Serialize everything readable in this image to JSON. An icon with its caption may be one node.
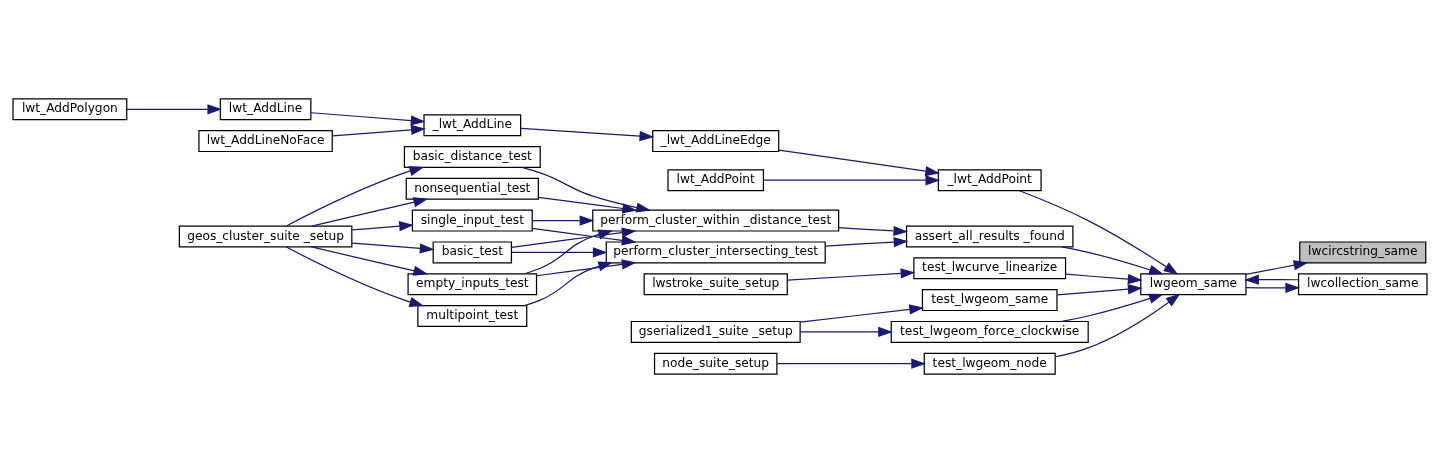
{
  "diagram": {
    "nodes": [
      {
        "text": [
          "lwcircstring_same"
        ]
      },
      {
        "text": [
          "lwgeom_same"
        ]
      },
      {
        "text": [
          "_lwt_AddPoint"
        ]
      },
      {
        "text": [
          "assert_all_results _found"
        ]
      },
      {
        "text": [
          "lwcollection_same"
        ]
      },
      {
        "text": [
          "test_lwcurve_linearize"
        ]
      },
      {
        "text": [
          "test_lwgeom_same"
        ]
      },
      {
        "text": [
          "test_lwgeom_force_clockwise"
        ]
      },
      {
        "text": [
          "test_lwgeom_node"
        ]
      },
      {
        "text": [
          "lwt_AddPoint"
        ]
      },
      {
        "text": [
          "_lwt_AddLineEdge"
        ]
      },
      {
        "text": [
          "perform_cluster_intersecting_test"
        ]
      },
      {
        "text": [
          "perform_cluster_within _distance_test"
        ]
      },
      {
        "text": [
          "lwstroke_suite_setup"
        ]
      },
      {
        "text": [
          "gserialized1_suite _setup"
        ]
      },
      {
        "text": [
          "node_suite_setup"
        ]
      },
      {
        "text": [
          "_lwt_AddLine"
        ]
      },
      {
        "text": [
          "multipoint_test"
        ]
      },
      {
        "text": [
          "basic_test"
        ]
      },
      {
        "text": [
          "empty_inputs_test"
        ]
      },
      {
        "text": [
          "nonsequential_test"
        ]
      },
      {
        "text": [
          "single_input_test"
        ]
      },
      {
        "text": [
          "basic_distance_test"
        ]
      },
      {
        "text": [
          "lwt_AddLineNoFace"
        ]
      },
      {
        "text": [
          "lwt_AddLine"
        ]
      },
      {
        "text": [
          "geos_cluster_suite _setup"
        ]
      },
      {
        "text": [
          "lwt_AddPolygon"
        ]
      }
    ],
    "edges": [
      {
        "from": 1,
        "to": 0,
        "arrow": "to"
      },
      {
        "from": 2,
        "to": 1,
        "arrow": "to"
      },
      {
        "from": 3,
        "to": 1,
        "arrow": "to"
      },
      {
        "from": 1,
        "to": 4,
        "arrow": "to"
      },
      {
        "from": 4,
        "to": 1,
        "arrow": "to"
      },
      {
        "from": 5,
        "to": 1,
        "arrow": "to"
      },
      {
        "from": 6,
        "to": 1,
        "arrow": "to"
      },
      {
        "from": 7,
        "to": 1,
        "arrow": "to"
      },
      {
        "from": 8,
        "to": 1,
        "arrow": "to"
      },
      {
        "from": 9,
        "to": 2,
        "arrow": "to"
      },
      {
        "from": 10,
        "to": 2,
        "arrow": "to"
      },
      {
        "from": 11,
        "to": 3,
        "arrow": "to"
      },
      {
        "from": 12,
        "to": 3,
        "arrow": "to"
      },
      {
        "from": 13,
        "to": 5,
        "arrow": "to"
      },
      {
        "from": 14,
        "to": 6,
        "arrow": "to"
      },
      {
        "from": 14,
        "to": 7,
        "arrow": "to"
      },
      {
        "from": 15,
        "to": 8,
        "arrow": "to"
      },
      {
        "from": 16,
        "to": 10,
        "arrow": "to"
      },
      {
        "from": 17,
        "to": 11,
        "arrow": "to"
      },
      {
        "from": 18,
        "to": 11,
        "arrow": "to"
      },
      {
        "from": 19,
        "to": 11,
        "arrow": "to"
      },
      {
        "from": 21,
        "to": 11,
        "arrow": "to"
      },
      {
        "from": 18,
        "to": 12,
        "arrow": "to"
      },
      {
        "from": 19,
        "to": 12,
        "arrow": "to"
      },
      {
        "from": 20,
        "to": 12,
        "arrow": "to"
      },
      {
        "from": 21,
        "to": 12,
        "arrow": "to"
      },
      {
        "from": 22,
        "to": 12,
        "arrow": "to"
      },
      {
        "from": 23,
        "to": 16,
        "arrow": "to"
      },
      {
        "from": 24,
        "to": 16,
        "arrow": "to"
      },
      {
        "from": 26,
        "to": 24,
        "arrow": "to"
      },
      {
        "from": 25,
        "to": 17,
        "arrow": "to"
      },
      {
        "from": 25,
        "to": 18,
        "arrow": "to"
      },
      {
        "from": 25,
        "to": 19,
        "arrow": "to"
      },
      {
        "from": 25,
        "to": 20,
        "arrow": "to"
      },
      {
        "from": 25,
        "to": 21,
        "arrow": "to"
      },
      {
        "from": 25,
        "to": 22,
        "arrow": "to"
      }
    ]
  }
}
